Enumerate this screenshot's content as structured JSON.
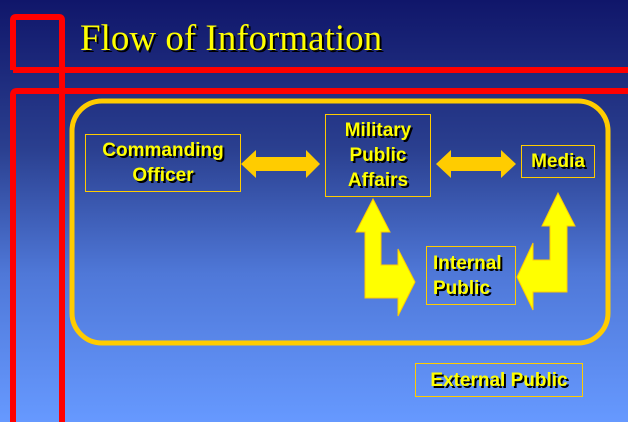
{
  "title": "Flow of Information",
  "nodes": {
    "commanding_officer": "Commanding Officer",
    "military_public_affairs": "Military Public Affairs",
    "media": "Media",
    "internal_public": "Internal Public",
    "external_public": "External Public"
  },
  "colors": {
    "frame": "#ff0000",
    "accent": "#ffcc00",
    "text": "#ffff00"
  }
}
